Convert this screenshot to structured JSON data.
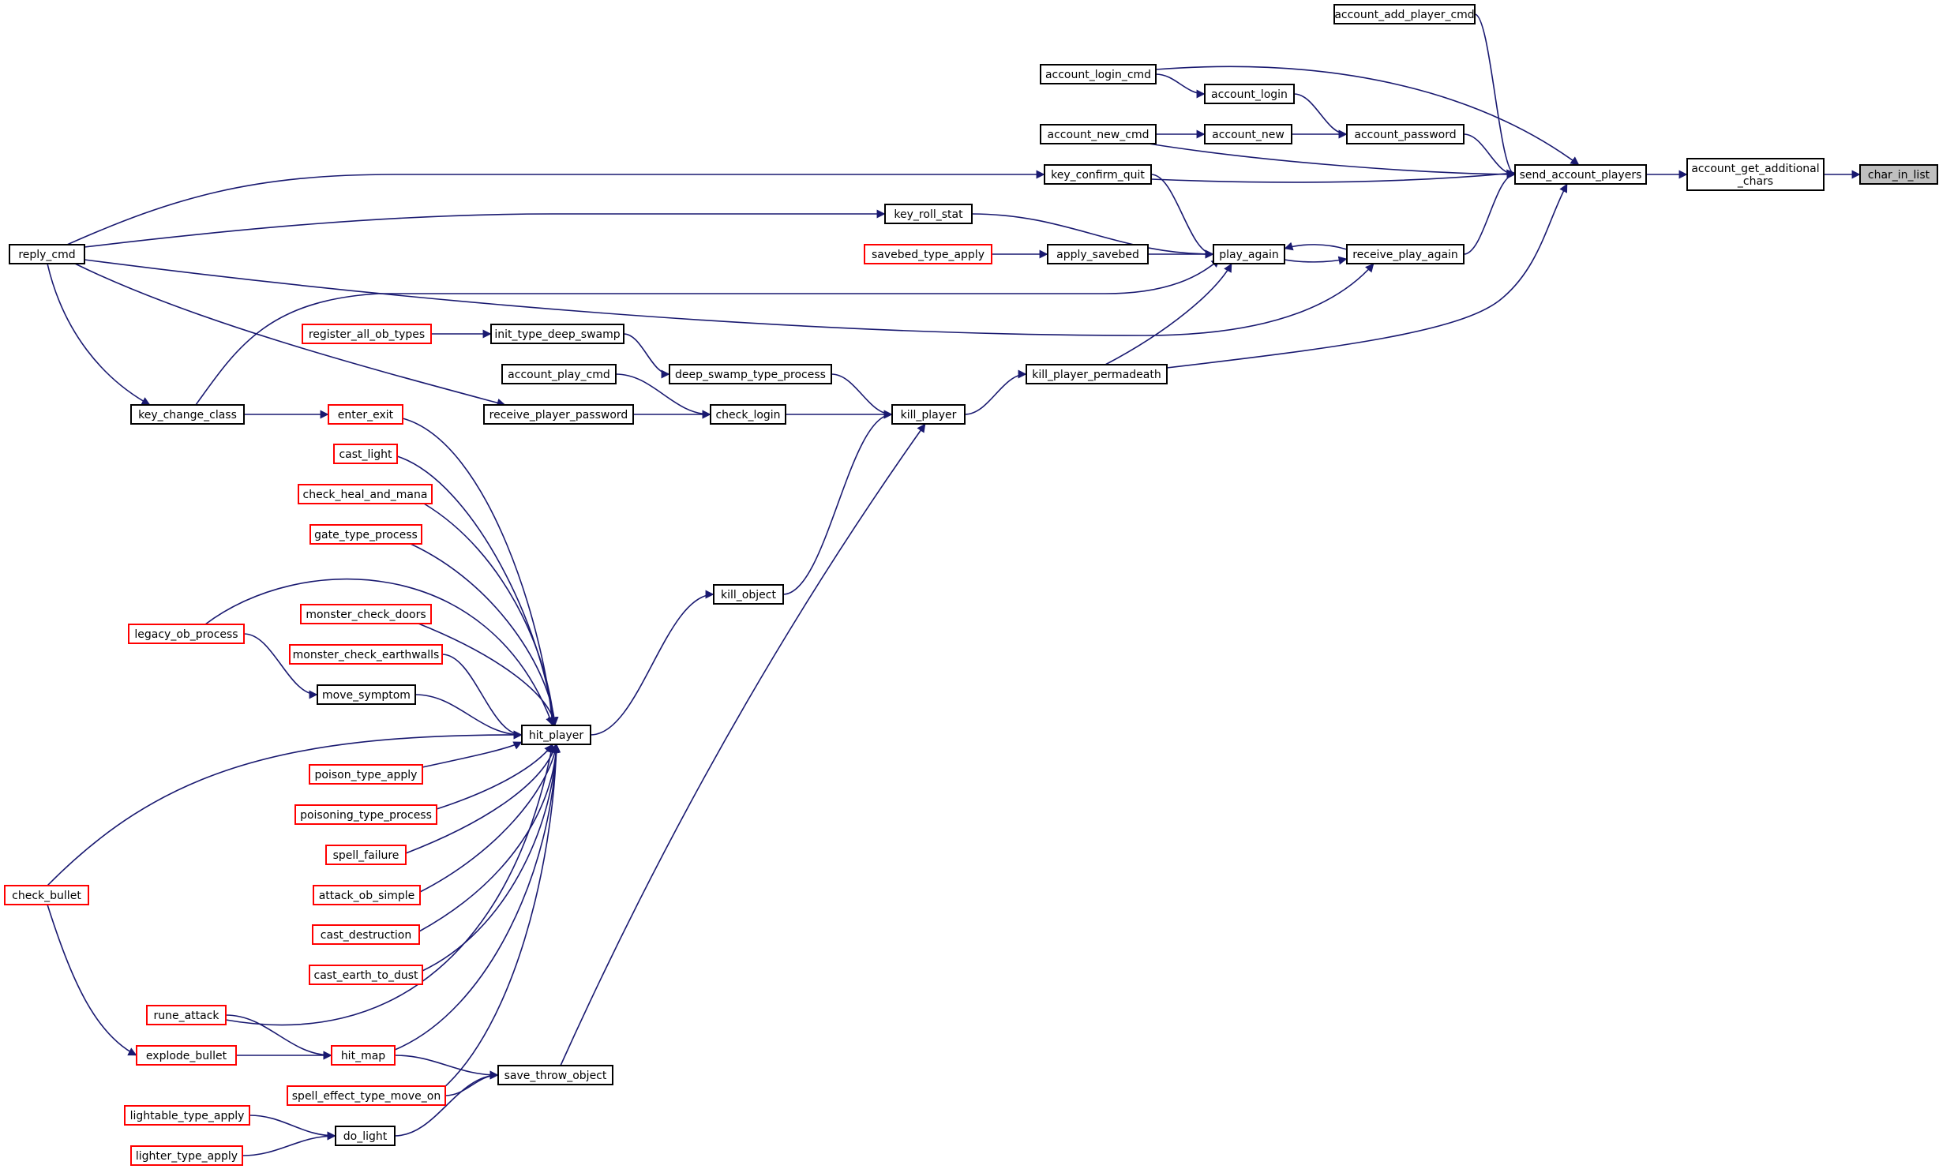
{
  "colors": {
    "edge": "#191970",
    "node_border": "#000000",
    "truncated_border": "#ff0000",
    "highlight_fill": "#bfbfbf",
    "node_fill": "#ffffff"
  },
  "nodes": [
    {
      "id": "char_in_list",
      "label": "char_in_list",
      "kind": "current"
    },
    {
      "id": "account_get_additional_chars",
      "label": "account_get_additional\n_chars",
      "kind": "normal"
    },
    {
      "id": "send_account_players",
      "label": "send_account_players",
      "kind": "normal"
    },
    {
      "id": "account_add_player_cmd",
      "label": "account_add_player_cmd",
      "kind": "normal"
    },
    {
      "id": "account_login_cmd",
      "label": "account_login_cmd",
      "kind": "normal"
    },
    {
      "id": "account_login",
      "label": "account_login",
      "kind": "normal"
    },
    {
      "id": "account_password",
      "label": "account_password",
      "kind": "normal"
    },
    {
      "id": "account_new_cmd",
      "label": "account_new_cmd",
      "kind": "normal"
    },
    {
      "id": "account_new",
      "label": "account_new",
      "kind": "normal"
    },
    {
      "id": "key_confirm_quit",
      "label": "key_confirm_quit",
      "kind": "normal"
    },
    {
      "id": "receive_play_again",
      "label": "receive_play_again",
      "kind": "normal"
    },
    {
      "id": "kill_player_permadeath",
      "label": "kill_player_permadeath",
      "kind": "normal"
    },
    {
      "id": "play_again",
      "label": "play_again",
      "kind": "normal"
    },
    {
      "id": "key_roll_stat",
      "label": "key_roll_stat",
      "kind": "normal"
    },
    {
      "id": "apply_savebed",
      "label": "apply_savebed",
      "kind": "normal"
    },
    {
      "id": "savebed_type_apply",
      "label": "savebed_type_apply",
      "kind": "truncated"
    },
    {
      "id": "reply_cmd",
      "label": "reply_cmd",
      "kind": "normal"
    },
    {
      "id": "key_change_class",
      "label": "key_change_class",
      "kind": "normal"
    },
    {
      "id": "kill_player",
      "label": "kill_player",
      "kind": "normal"
    },
    {
      "id": "deep_swamp_type_process",
      "label": "deep_swamp_type_process",
      "kind": "normal"
    },
    {
      "id": "init_type_deep_swamp",
      "label": "init_type_deep_swamp",
      "kind": "normal"
    },
    {
      "id": "register_all_ob_types",
      "label": "register_all_ob_types",
      "kind": "truncated"
    },
    {
      "id": "check_login",
      "label": "check_login",
      "kind": "normal"
    },
    {
      "id": "account_play_cmd",
      "label": "account_play_cmd",
      "kind": "normal"
    },
    {
      "id": "receive_player_password",
      "label": "receive_player_password",
      "kind": "normal"
    },
    {
      "id": "kill_object",
      "label": "kill_object",
      "kind": "normal"
    },
    {
      "id": "save_throw_object",
      "label": "save_throw_object",
      "kind": "normal"
    },
    {
      "id": "hit_player",
      "label": "hit_player",
      "kind": "normal"
    },
    {
      "id": "enter_exit",
      "label": "enter_exit",
      "kind": "truncated"
    },
    {
      "id": "cast_light",
      "label": "cast_light",
      "kind": "truncated"
    },
    {
      "id": "check_heal_and_mana",
      "label": "check_heal_and_mana",
      "kind": "truncated"
    },
    {
      "id": "gate_type_process",
      "label": "gate_type_process",
      "kind": "truncated"
    },
    {
      "id": "monster_check_doors",
      "label": "monster_check_doors",
      "kind": "truncated"
    },
    {
      "id": "legacy_ob_process",
      "label": "legacy_ob_process",
      "kind": "truncated"
    },
    {
      "id": "monster_check_earthwalls",
      "label": "monster_check_earthwalls",
      "kind": "truncated"
    },
    {
      "id": "move_symptom",
      "label": "move_symptom",
      "kind": "normal"
    },
    {
      "id": "poison_type_apply",
      "label": "poison_type_apply",
      "kind": "truncated"
    },
    {
      "id": "poisoning_type_process",
      "label": "poisoning_type_process",
      "kind": "truncated"
    },
    {
      "id": "spell_failure",
      "label": "spell_failure",
      "kind": "truncated"
    },
    {
      "id": "check_bullet",
      "label": "check_bullet",
      "kind": "truncated"
    },
    {
      "id": "attack_ob_simple",
      "label": "attack_ob_simple",
      "kind": "truncated"
    },
    {
      "id": "cast_destruction",
      "label": "cast_destruction",
      "kind": "truncated"
    },
    {
      "id": "cast_earth_to_dust",
      "label": "cast_earth_to_dust",
      "kind": "truncated"
    },
    {
      "id": "rune_attack",
      "label": "rune_attack",
      "kind": "truncated"
    },
    {
      "id": "explode_bullet",
      "label": "explode_bullet",
      "kind": "truncated"
    },
    {
      "id": "hit_map",
      "label": "hit_map",
      "kind": "truncated"
    },
    {
      "id": "spell_effect_type_move_on",
      "label": "spell_effect_type_move_on",
      "kind": "truncated"
    },
    {
      "id": "lightable_type_apply",
      "label": "lightable_type_apply",
      "kind": "truncated"
    },
    {
      "id": "do_light",
      "label": "do_light",
      "kind": "normal"
    },
    {
      "id": "lighter_type_apply",
      "label": "lighter_type_apply",
      "kind": "truncated"
    }
  ],
  "edges": [
    {
      "from": "account_get_additional_chars",
      "to": "char_in_list"
    },
    {
      "from": "send_account_players",
      "to": "account_get_additional_chars"
    },
    {
      "from": "account_add_player_cmd",
      "to": "send_account_players"
    },
    {
      "from": "account_login_cmd",
      "to": "send_account_players"
    },
    {
      "from": "account_password",
      "to": "send_account_players"
    },
    {
      "from": "account_new_cmd",
      "to": "send_account_players"
    },
    {
      "from": "key_confirm_quit",
      "to": "send_account_players"
    },
    {
      "from": "receive_play_again",
      "to": "send_account_players"
    },
    {
      "from": "kill_player_permadeath",
      "to": "send_account_players"
    },
    {
      "from": "account_login_cmd",
      "to": "account_login"
    },
    {
      "from": "account_login",
      "to": "account_password"
    },
    {
      "from": "account_new_cmd",
      "to": "account_new"
    },
    {
      "from": "account_new",
      "to": "account_password"
    },
    {
      "from": "reply_cmd",
      "to": "key_confirm_quit"
    },
    {
      "from": "reply_cmd",
      "to": "key_roll_stat"
    },
    {
      "from": "reply_cmd",
      "to": "receive_play_again"
    },
    {
      "from": "reply_cmd",
      "to": "receive_player_password"
    },
    {
      "from": "reply_cmd",
      "to": "key_change_class"
    },
    {
      "from": "key_change_class",
      "to": "play_again"
    },
    {
      "from": "key_change_class",
      "to": "enter_exit"
    },
    {
      "from": "key_confirm_quit",
      "to": "play_again"
    },
    {
      "from": "key_roll_stat",
      "to": "play_again"
    },
    {
      "from": "savebed_type_apply",
      "to": "apply_savebed"
    },
    {
      "from": "apply_savebed",
      "to": "play_again"
    },
    {
      "from": "receive_play_again",
      "to": "play_again"
    },
    {
      "from": "play_again",
      "to": "receive_play_again"
    },
    {
      "from": "kill_player_permadeath",
      "to": "play_again"
    },
    {
      "from": "kill_player",
      "to": "kill_player_permadeath"
    },
    {
      "from": "register_all_ob_types",
      "to": "init_type_deep_swamp"
    },
    {
      "from": "init_type_deep_swamp",
      "to": "deep_swamp_type_process"
    },
    {
      "from": "deep_swamp_type_process",
      "to": "kill_player"
    },
    {
      "from": "account_play_cmd",
      "to": "check_login"
    },
    {
      "from": "receive_player_password",
      "to": "check_login"
    },
    {
      "from": "check_login",
      "to": "kill_player"
    },
    {
      "from": "kill_object",
      "to": "kill_player"
    },
    {
      "from": "save_throw_object",
      "to": "kill_player"
    },
    {
      "from": "hit_player",
      "to": "kill_object"
    },
    {
      "from": "enter_exit",
      "to": "hit_player"
    },
    {
      "from": "cast_light",
      "to": "hit_player"
    },
    {
      "from": "check_heal_and_mana",
      "to": "hit_player"
    },
    {
      "from": "gate_type_process",
      "to": "hit_player"
    },
    {
      "from": "monster_check_doors",
      "to": "hit_player"
    },
    {
      "from": "legacy_ob_process",
      "to": "hit_player"
    },
    {
      "from": "legacy_ob_process",
      "to": "move_symptom"
    },
    {
      "from": "monster_check_earthwalls",
      "to": "hit_player"
    },
    {
      "from": "move_symptom",
      "to": "hit_player"
    },
    {
      "from": "check_bullet",
      "to": "hit_player"
    },
    {
      "from": "poison_type_apply",
      "to": "hit_player"
    },
    {
      "from": "poisoning_type_process",
      "to": "hit_player"
    },
    {
      "from": "spell_failure",
      "to": "hit_player"
    },
    {
      "from": "attack_ob_simple",
      "to": "hit_player"
    },
    {
      "from": "cast_destruction",
      "to": "hit_player"
    },
    {
      "from": "cast_earth_to_dust",
      "to": "hit_player"
    },
    {
      "from": "rune_attack",
      "to": "hit_player"
    },
    {
      "from": "hit_map",
      "to": "hit_player"
    },
    {
      "from": "spell_effect_type_move_on",
      "to": "hit_player"
    },
    {
      "from": "check_bullet",
      "to": "explode_bullet"
    },
    {
      "from": "rune_attack",
      "to": "hit_map"
    },
    {
      "from": "explode_bullet",
      "to": "hit_map"
    },
    {
      "from": "hit_map",
      "to": "save_throw_object"
    },
    {
      "from": "spell_effect_type_move_on",
      "to": "save_throw_object"
    },
    {
      "from": "do_light",
      "to": "save_throw_object"
    },
    {
      "from": "lightable_type_apply",
      "to": "do_light"
    },
    {
      "from": "lighter_type_apply",
      "to": "do_light"
    }
  ]
}
